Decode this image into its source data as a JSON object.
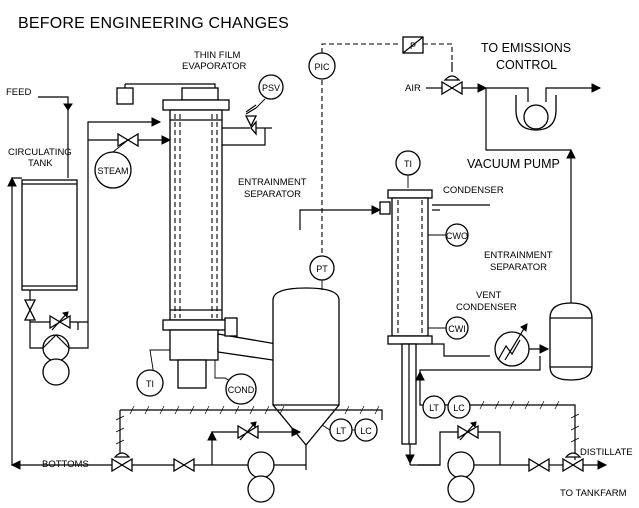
{
  "title": "BEFORE ENGINEERING CHANGES",
  "labels": {
    "feed": "FEED",
    "circulating_tank_1": "CIRCULATING",
    "circulating_tank_2": "TANK",
    "thin_film_1": "THIN FILM",
    "thin_film_2": "EVAPORATOR",
    "entrainment_sep_1a": "ENTRAINMENT",
    "entrainment_sep_1b": "SEPARATOR",
    "to_emissions_1": "TO EMISSIONS",
    "to_emissions_2": "CONTROL",
    "air": "AIR",
    "vacuum_pump": "VACUUM PUMP",
    "condenser": "CONDENSER",
    "entrainment_sep_2a": "ENTRAINMENT",
    "entrainment_sep_2b": "SEPARATOR",
    "vent_condenser_1": "VENT",
    "vent_condenser_2": "CONDENSER",
    "bottoms": "BOTTOMS",
    "distillate": "DISTILLATE",
    "to_tankfarm": "TO TANKFARM"
  },
  "instruments": {
    "steam": "STEAM",
    "psv": "PSV",
    "pic": "PIC",
    "p": "P",
    "ti_top": "TI",
    "ti_bottom": "TI",
    "cond": "COND",
    "pt": "PT",
    "cwo": "CWO",
    "cwi": "CWI",
    "lt_1": "LT",
    "lc_1": "LC",
    "lt_2": "LT",
    "lc_2": "LC"
  }
}
